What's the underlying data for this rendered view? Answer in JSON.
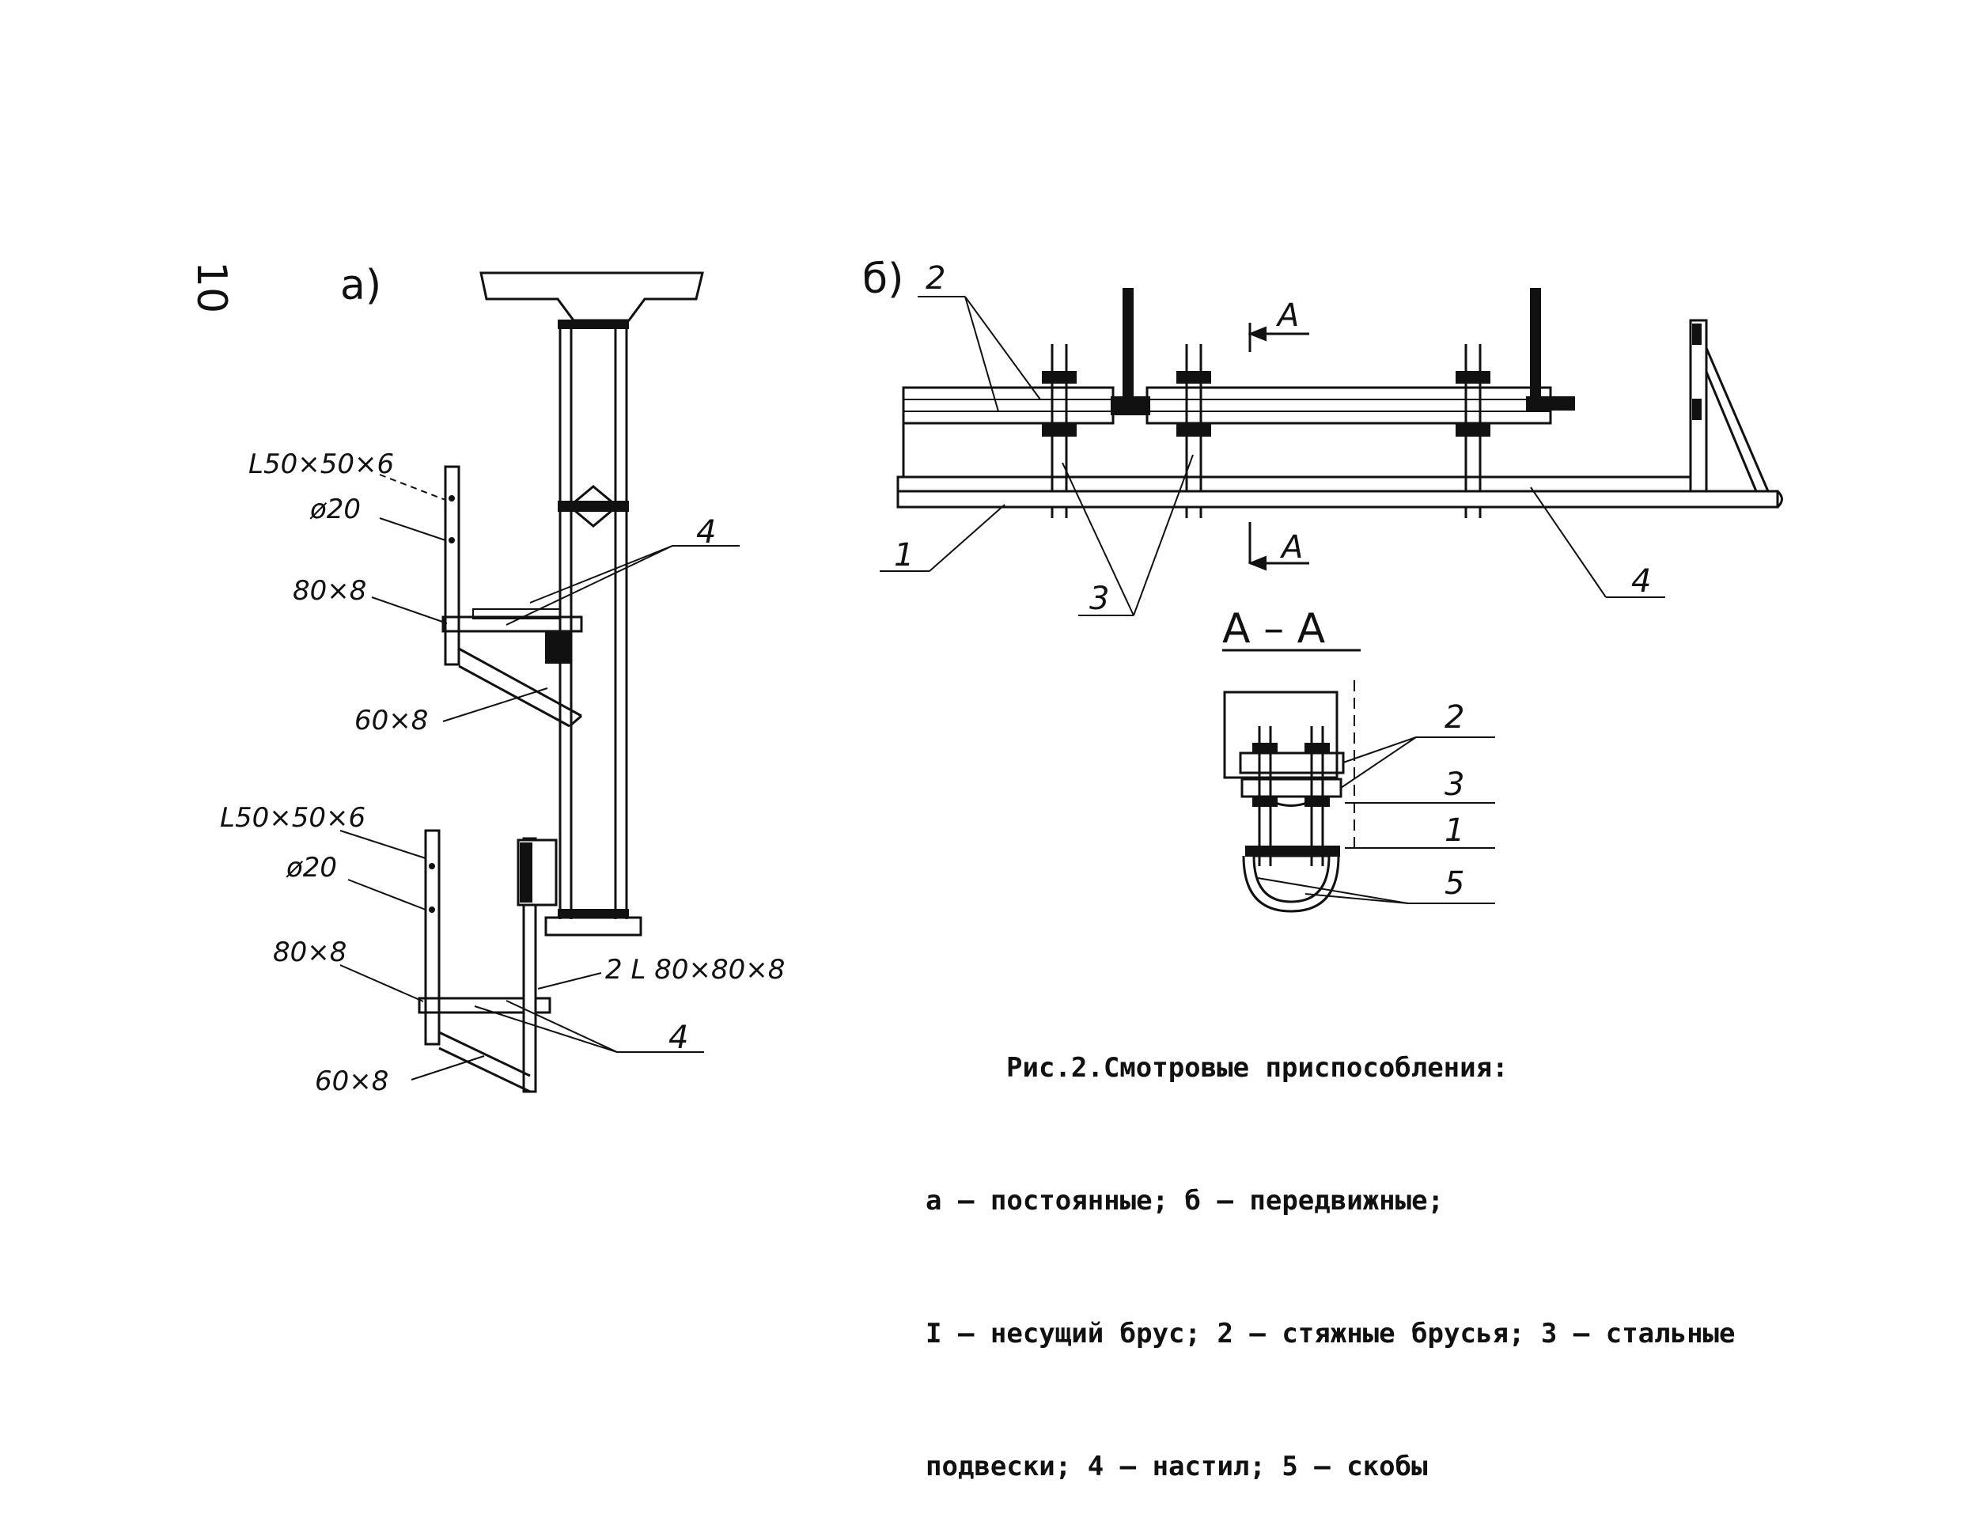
{
  "page_number": "10",
  "panel_a": {
    "label": "a)",
    "dims_upper": [
      "L50×50×6",
      "ø20",
      "80×8",
      "60×8"
    ],
    "dims_lower": [
      "L50×50×6",
      "ø20",
      "80×8",
      "2 L 80×80×8",
      "60×8"
    ],
    "callout": "4"
  },
  "panel_b": {
    "label": "б)",
    "callouts": [
      "2",
      "1",
      "3",
      "4"
    ],
    "section_mark": "A"
  },
  "section_aa": {
    "title": "A – A",
    "callouts": [
      "2",
      "3",
      "1",
      "5"
    ]
  },
  "caption": {
    "title": "Рис.2.Смотровые приспособления:",
    "line2": "а – постоянные; б – передвижные;",
    "line3": "I – несущий брус; 2 – стяжные брусья; 3 – стальные",
    "line4": "подвески; 4 – настил; 5 – скобы"
  }
}
